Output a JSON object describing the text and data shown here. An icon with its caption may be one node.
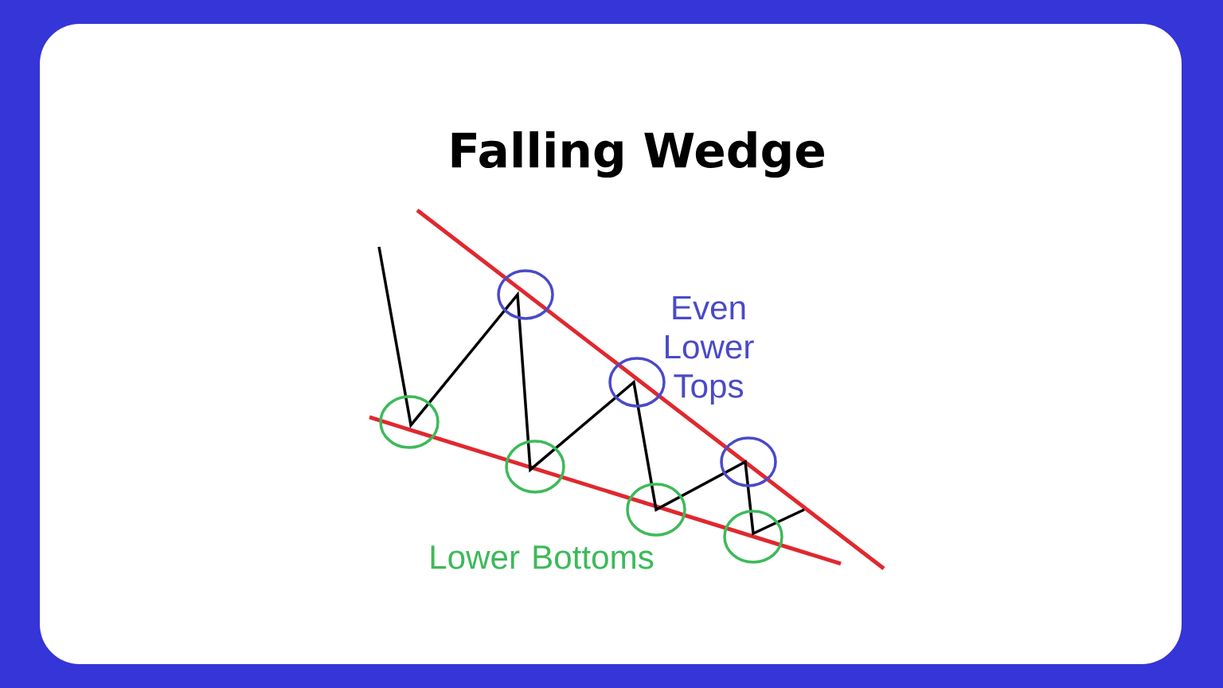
{
  "diagram": {
    "title": "Falling Wedge",
    "labels": [
      "Even Lower Tops",
      "Lower Bottoms"
    ]
  }
}
